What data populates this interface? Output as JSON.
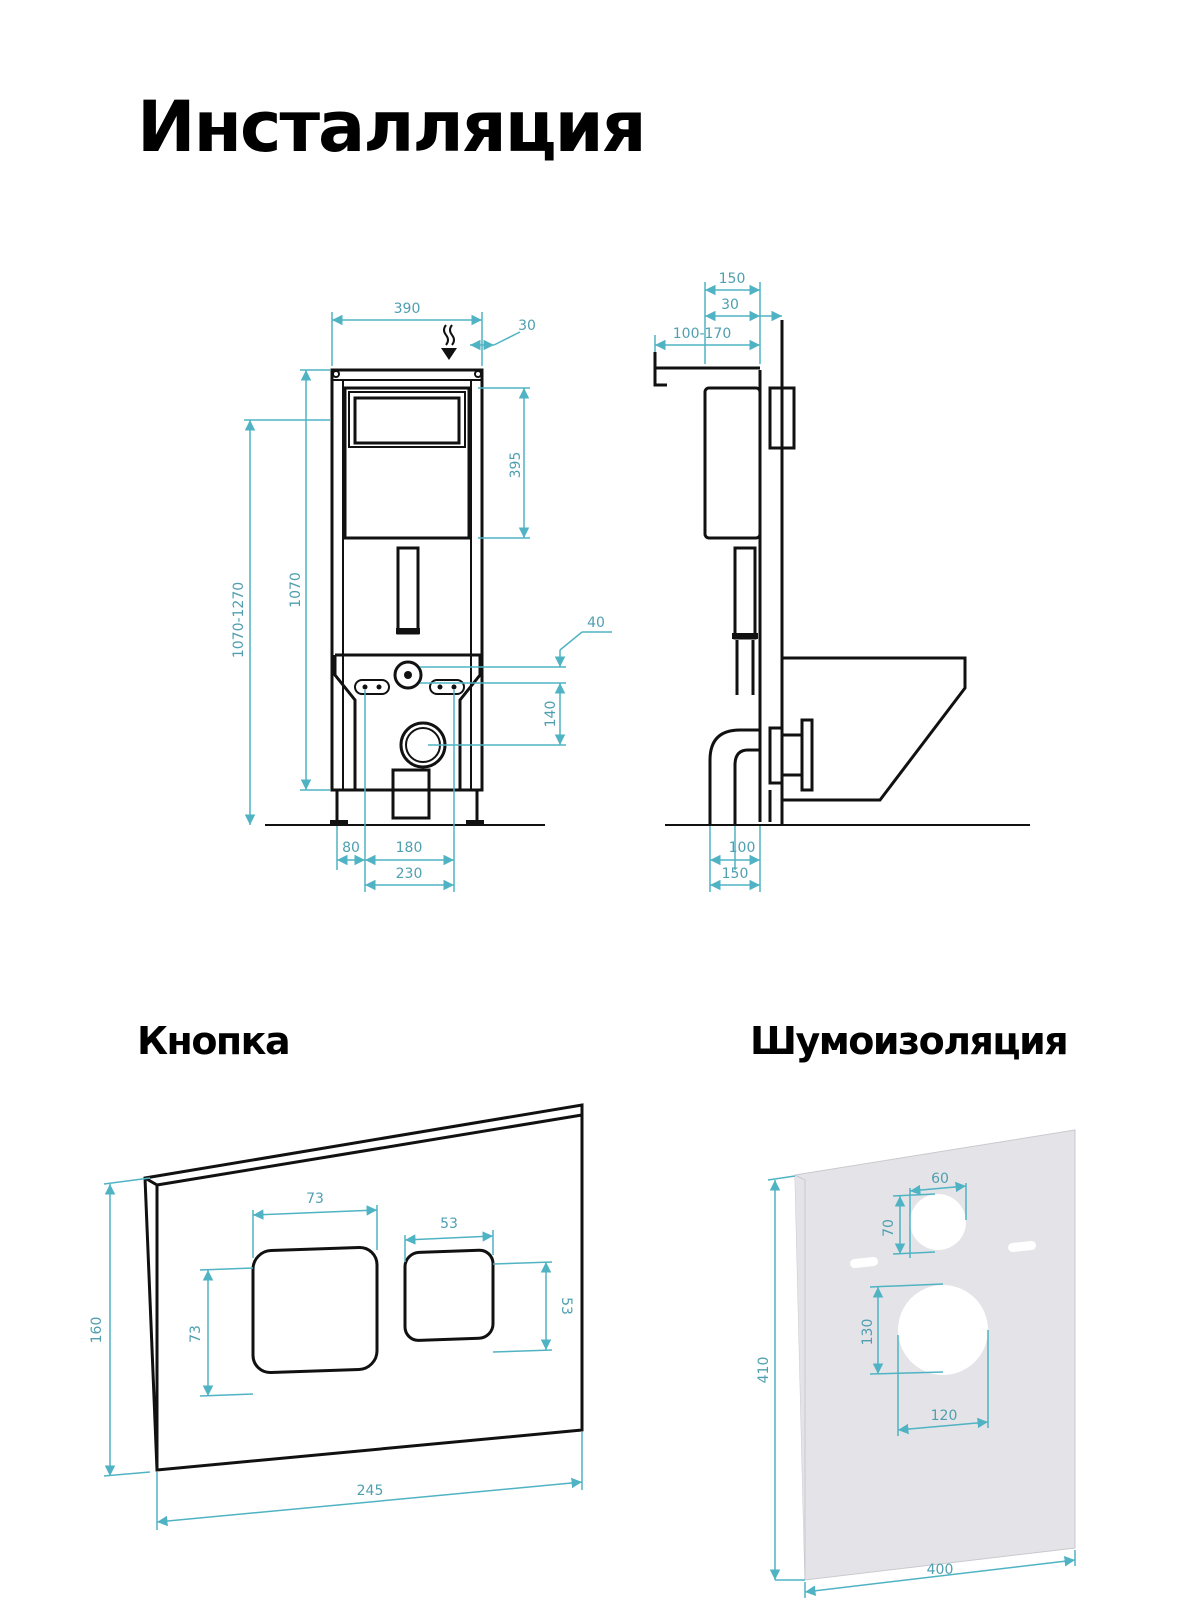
{
  "titles": {
    "main": "Инсталляция",
    "button": "Кнопка",
    "noise": "Шумоизоляция"
  },
  "colors": {
    "dimension": "#4fb3c3",
    "outline": "#111111",
    "panel": "#e4e4e8"
  },
  "installation_front": {
    "width": "390",
    "offset_top": "30",
    "tank_height": "395",
    "frame_height": "1070",
    "adjustable_height": "1070-1270",
    "offset_40": "40",
    "hole_spacing": "140",
    "foot_80": "80",
    "bolt_180": "180",
    "bolt_230": "230"
  },
  "installation_side": {
    "depth_150_top": "150",
    "offset_30": "30",
    "range_100_170": "100-170",
    "depth_100": "100",
    "depth_150_bottom": "150"
  },
  "button_panel": {
    "big_key_width": "73",
    "small_key_width": "53",
    "big_key_height": "73",
    "small_key_height": "53",
    "panel_height": "160",
    "panel_width": "245"
  },
  "noise_panel": {
    "small_hole_width": "60",
    "small_hole_height": "70",
    "big_hole_height": "130",
    "big_hole_width": "120",
    "panel_height": "410",
    "panel_width": "400"
  }
}
